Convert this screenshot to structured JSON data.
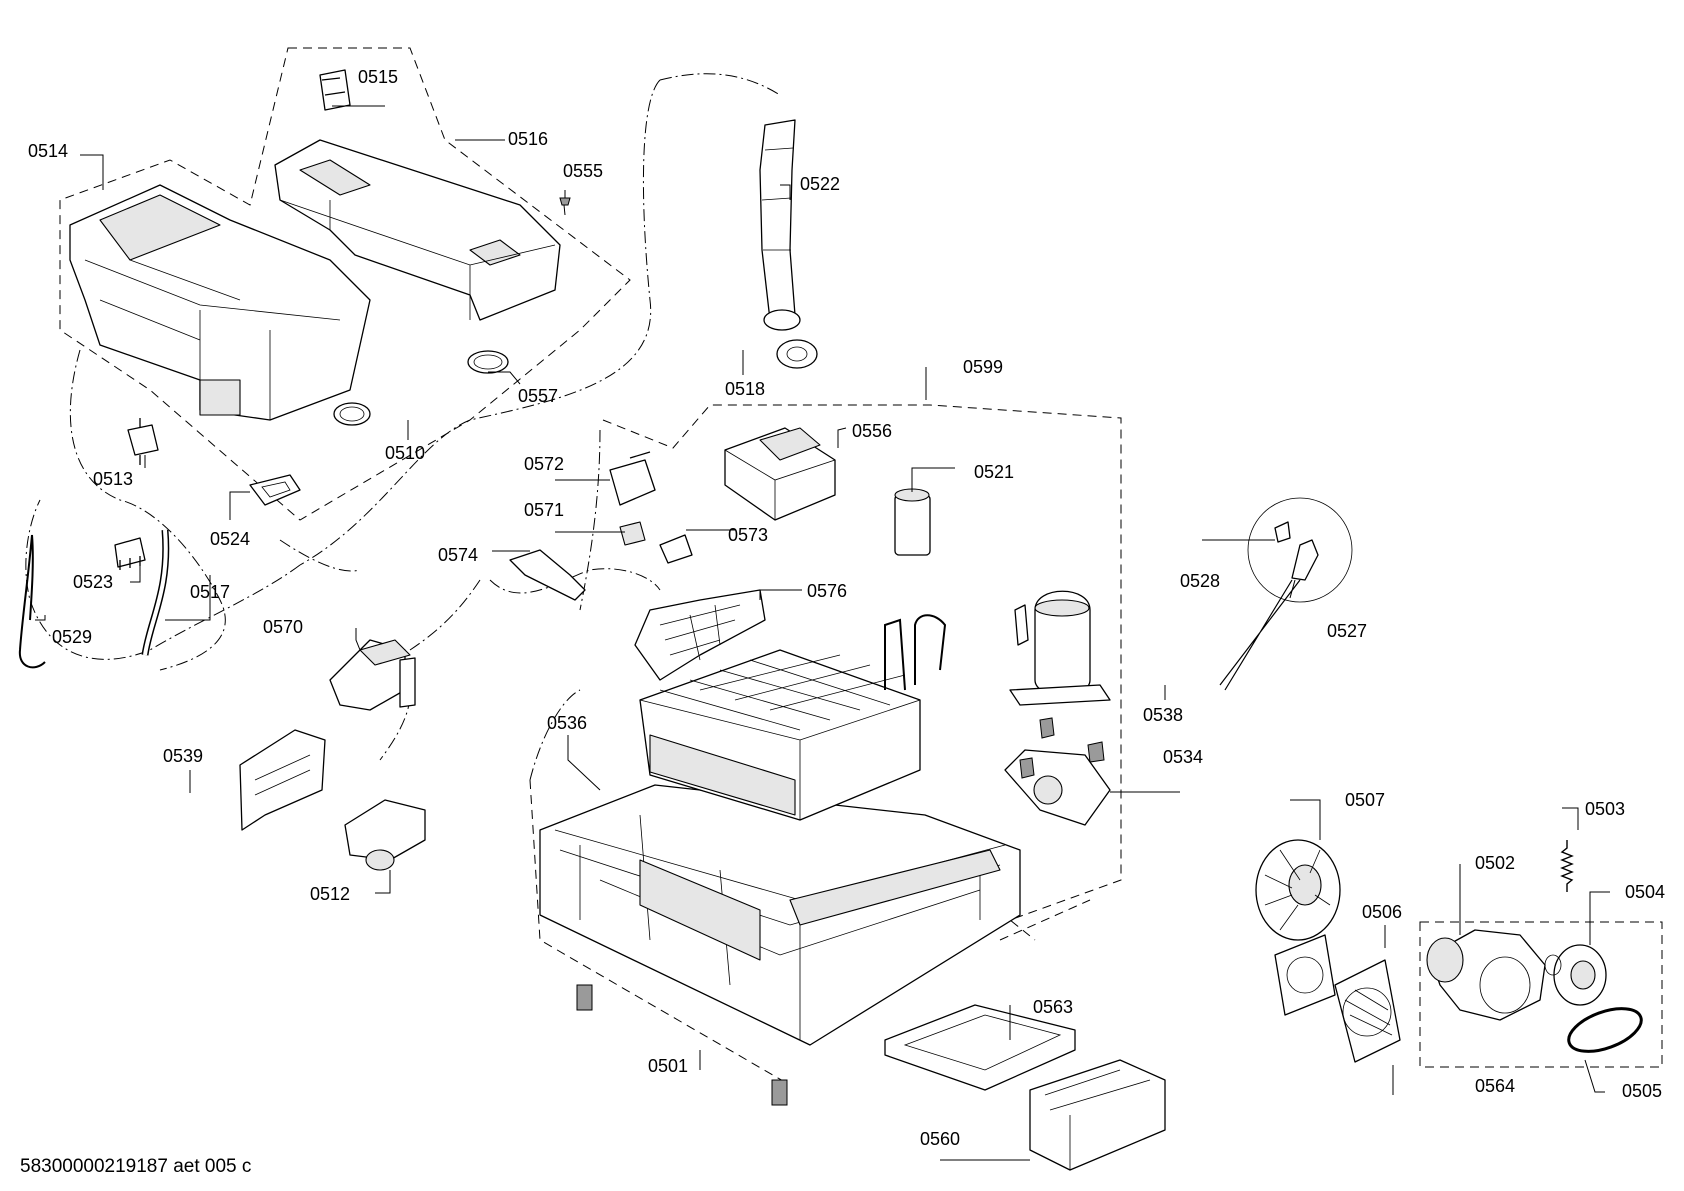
{
  "footer": {
    "code": "58300000219187 aet 005 c"
  },
  "labels": {
    "p0501": "0501",
    "p0502": "0502",
    "p0503": "0503",
    "p0504": "0504",
    "p0505": "0505",
    "p0506": "0506",
    "p0507": "0507",
    "p0510": "0510",
    "p0512": "0512",
    "p0513": "0513",
    "p0514": "0514",
    "p0515": "0515",
    "p0516": "0516",
    "p0517": "0517",
    "p0518": "0518",
    "p0521": "0521",
    "p0522": "0522",
    "p0523": "0523",
    "p0524": "0524",
    "p0527": "0527",
    "p0528": "0528",
    "p0529": "0529",
    "p0534": "0534",
    "p0536": "0536",
    "p0538": "0538",
    "p0539": "0539",
    "p0555": "0555",
    "p0556": "0556",
    "p0557": "0557",
    "p0560": "0560",
    "p0563": "0563",
    "p0564": "0564",
    "p0570": "0570",
    "p0571": "0571",
    "p0572": "0572",
    "p0573": "0573",
    "p0574": "0574",
    "p0576": "0576",
    "p0599": "0599"
  }
}
